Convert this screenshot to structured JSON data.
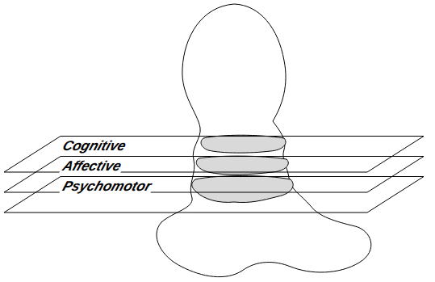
{
  "diagram": {
    "nodes": [
      {
        "text": [
          "Cognitive"
        ]
      },
      {
        "text": [
          "Affective"
        ]
      },
      {
        "text": [
          "Psychomotor"
        ]
      }
    ]
  }
}
